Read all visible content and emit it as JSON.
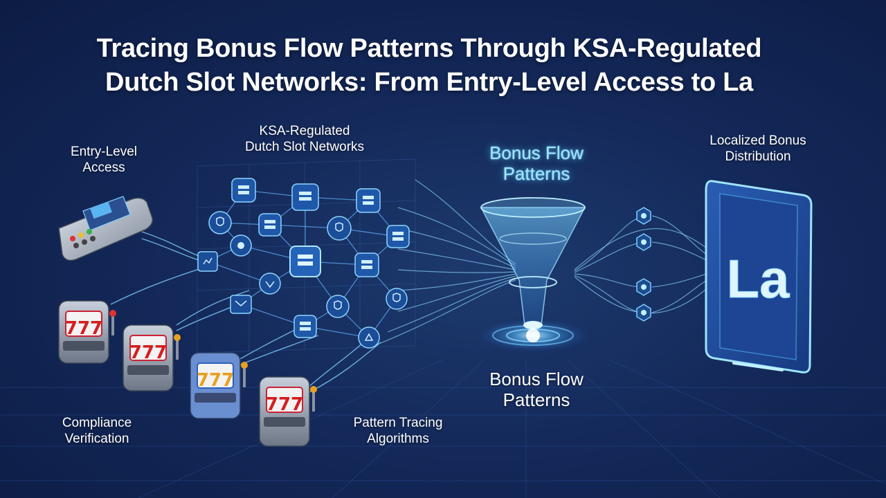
{
  "title": {
    "line1": "Tracing Bonus Flow Patterns Through KSA-Regulated",
    "line2": "Dutch Slot Networks: From Entry-Level Access to La"
  },
  "labels": {
    "entry_access": [
      "Entry-Level",
      "Access"
    ],
    "networks": [
      "KSA-Regulated",
      "Dutch Slot Networks"
    ],
    "bonus_flow_top": [
      "Bonus Flow",
      "Patterns"
    ],
    "localized": [
      "Localized Bonus",
      "Distribution"
    ],
    "compliance": [
      "Compliance",
      "Verification"
    ],
    "pattern_tracing": [
      "Pattern Tracing",
      "Algorithms"
    ],
    "bonus_flow_bottom": [
      "Bonus Flow",
      "Patterns"
    ]
  },
  "device_text": "La",
  "slot_reels": "777",
  "colors": {
    "background": "#14295a",
    "glow": "#5ac8ff",
    "line": "#6fc4ff",
    "node": "#3b86c8"
  }
}
